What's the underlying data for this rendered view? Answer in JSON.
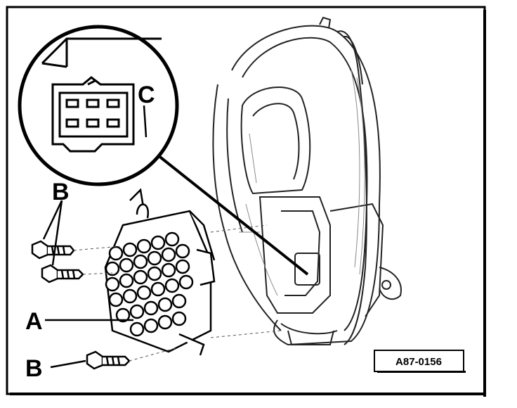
{
  "diagram": {
    "labels": {
      "a": "A",
      "b_top": "B",
      "b_bottom": "B",
      "c": "C"
    },
    "reference_code": "A87-0156"
  },
  "colors": {
    "ink": "#000000",
    "paper": "#ffffff",
    "shade": "#8a8a8a"
  }
}
